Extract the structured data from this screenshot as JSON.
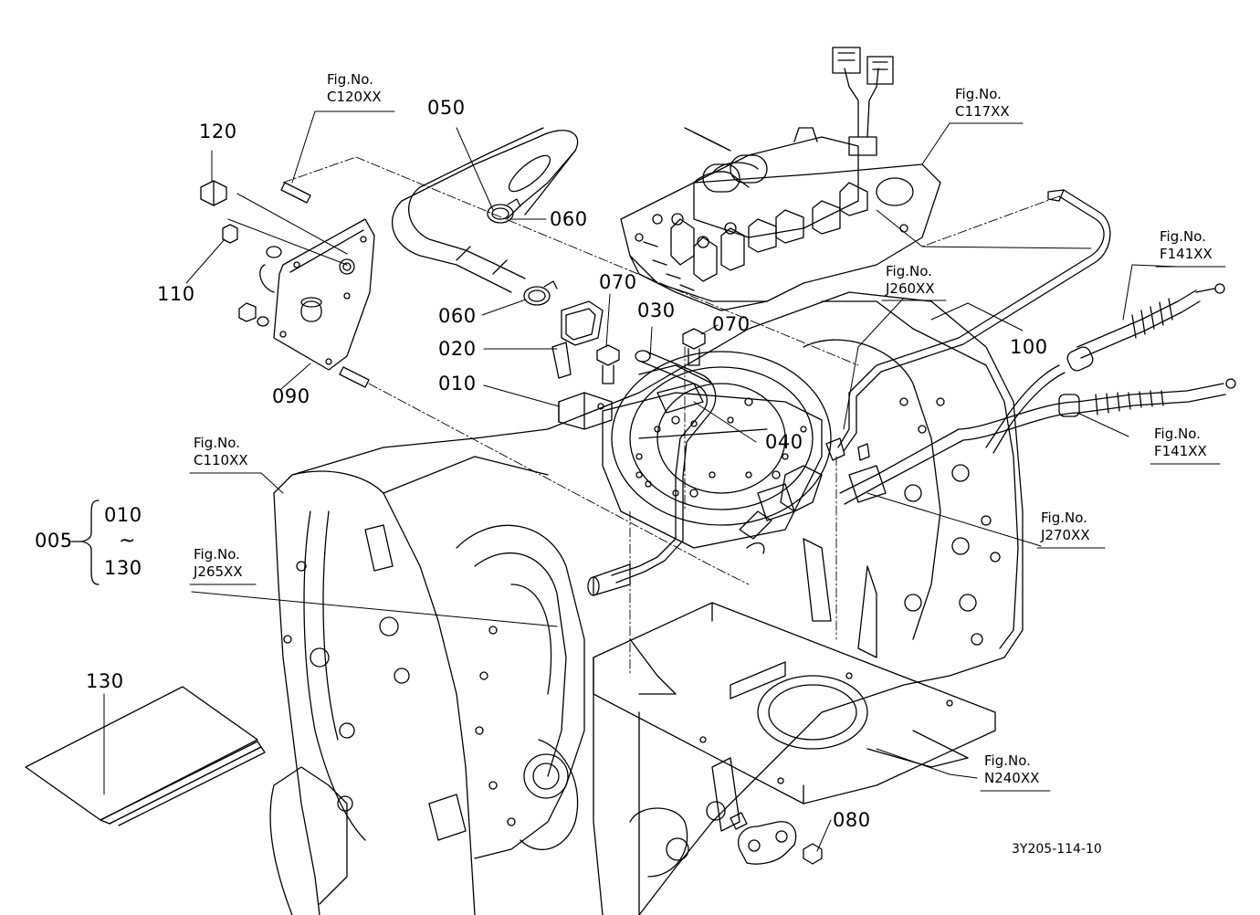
{
  "drawing_code": "3Y205-114-10",
  "assembly": {
    "number": "005",
    "range_start": "010",
    "tilde": "~",
    "range_end": "130"
  },
  "parts": {
    "p010": "010",
    "p020": "020",
    "p030": "030",
    "p040": "040",
    "p050": "050",
    "p060a": "060",
    "p060b": "060",
    "p070a": "070",
    "p070b": "070",
    "p080": "080",
    "p090": "090",
    "p100": "100",
    "p110": "110",
    "p120": "120",
    "p130": "130"
  },
  "figure_refs": {
    "fig_label": "Fig.No.",
    "c120": "C120XX",
    "c117": "C117XX",
    "j260": "J260XX",
    "f141a": "F141XX",
    "f141b": "F141XX",
    "c110": "C110XX",
    "j265": "J265XX",
    "j270": "J270XX",
    "n240": "N240XX"
  }
}
